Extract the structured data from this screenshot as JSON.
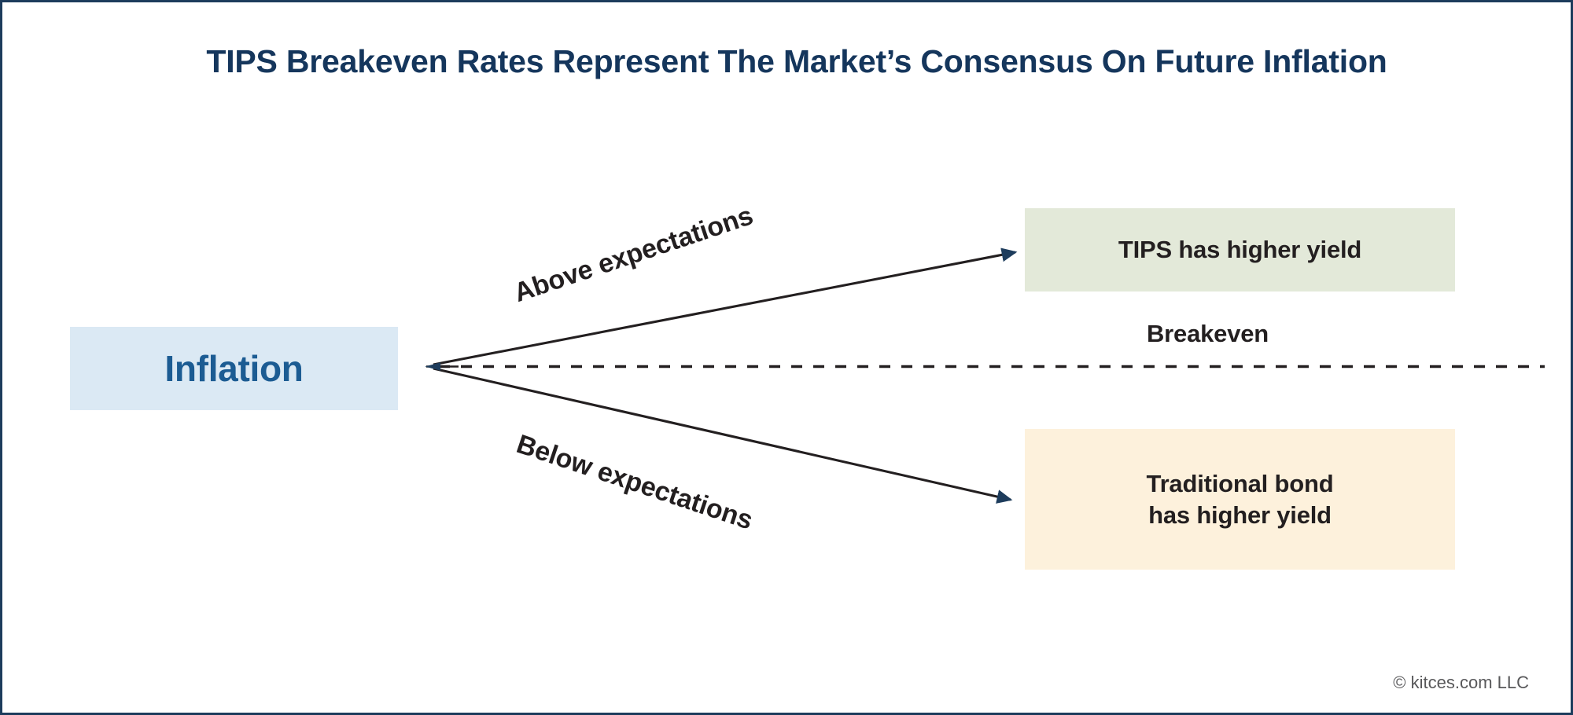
{
  "page": {
    "title": "TIPS Breakeven Rates Represent The Market’s Consensus On Future Inflation",
    "credit": "© kitces.com LLC",
    "border_color": "#1d3c5c",
    "background": "#ffffff"
  },
  "diagram": {
    "type": "flow-diagram",
    "source_node": {
      "label": "Inflation",
      "fill": "#dbe9f4",
      "text_color": "#1c5c93"
    },
    "branches": [
      {
        "edge_label": "Above expectations",
        "direction": "up",
        "target_label": "TIPS has higher yield",
        "target_fill": "#e3e9d9",
        "target_text_color": "#231f20"
      },
      {
        "edge_label": "Below expectations",
        "direction": "down",
        "target_label": "Traditional bond has higher yield",
        "target_line_1": "Traditional bond",
        "target_line_2": "has higher yield",
        "target_fill": "#fdf1dc",
        "target_text_color": "#231f20"
      }
    ],
    "center_line": {
      "label": "Breakeven",
      "style": "dashed",
      "color": "#231f20"
    },
    "arrow_color": "#1d3c5c",
    "title_color": "#15365c"
  }
}
